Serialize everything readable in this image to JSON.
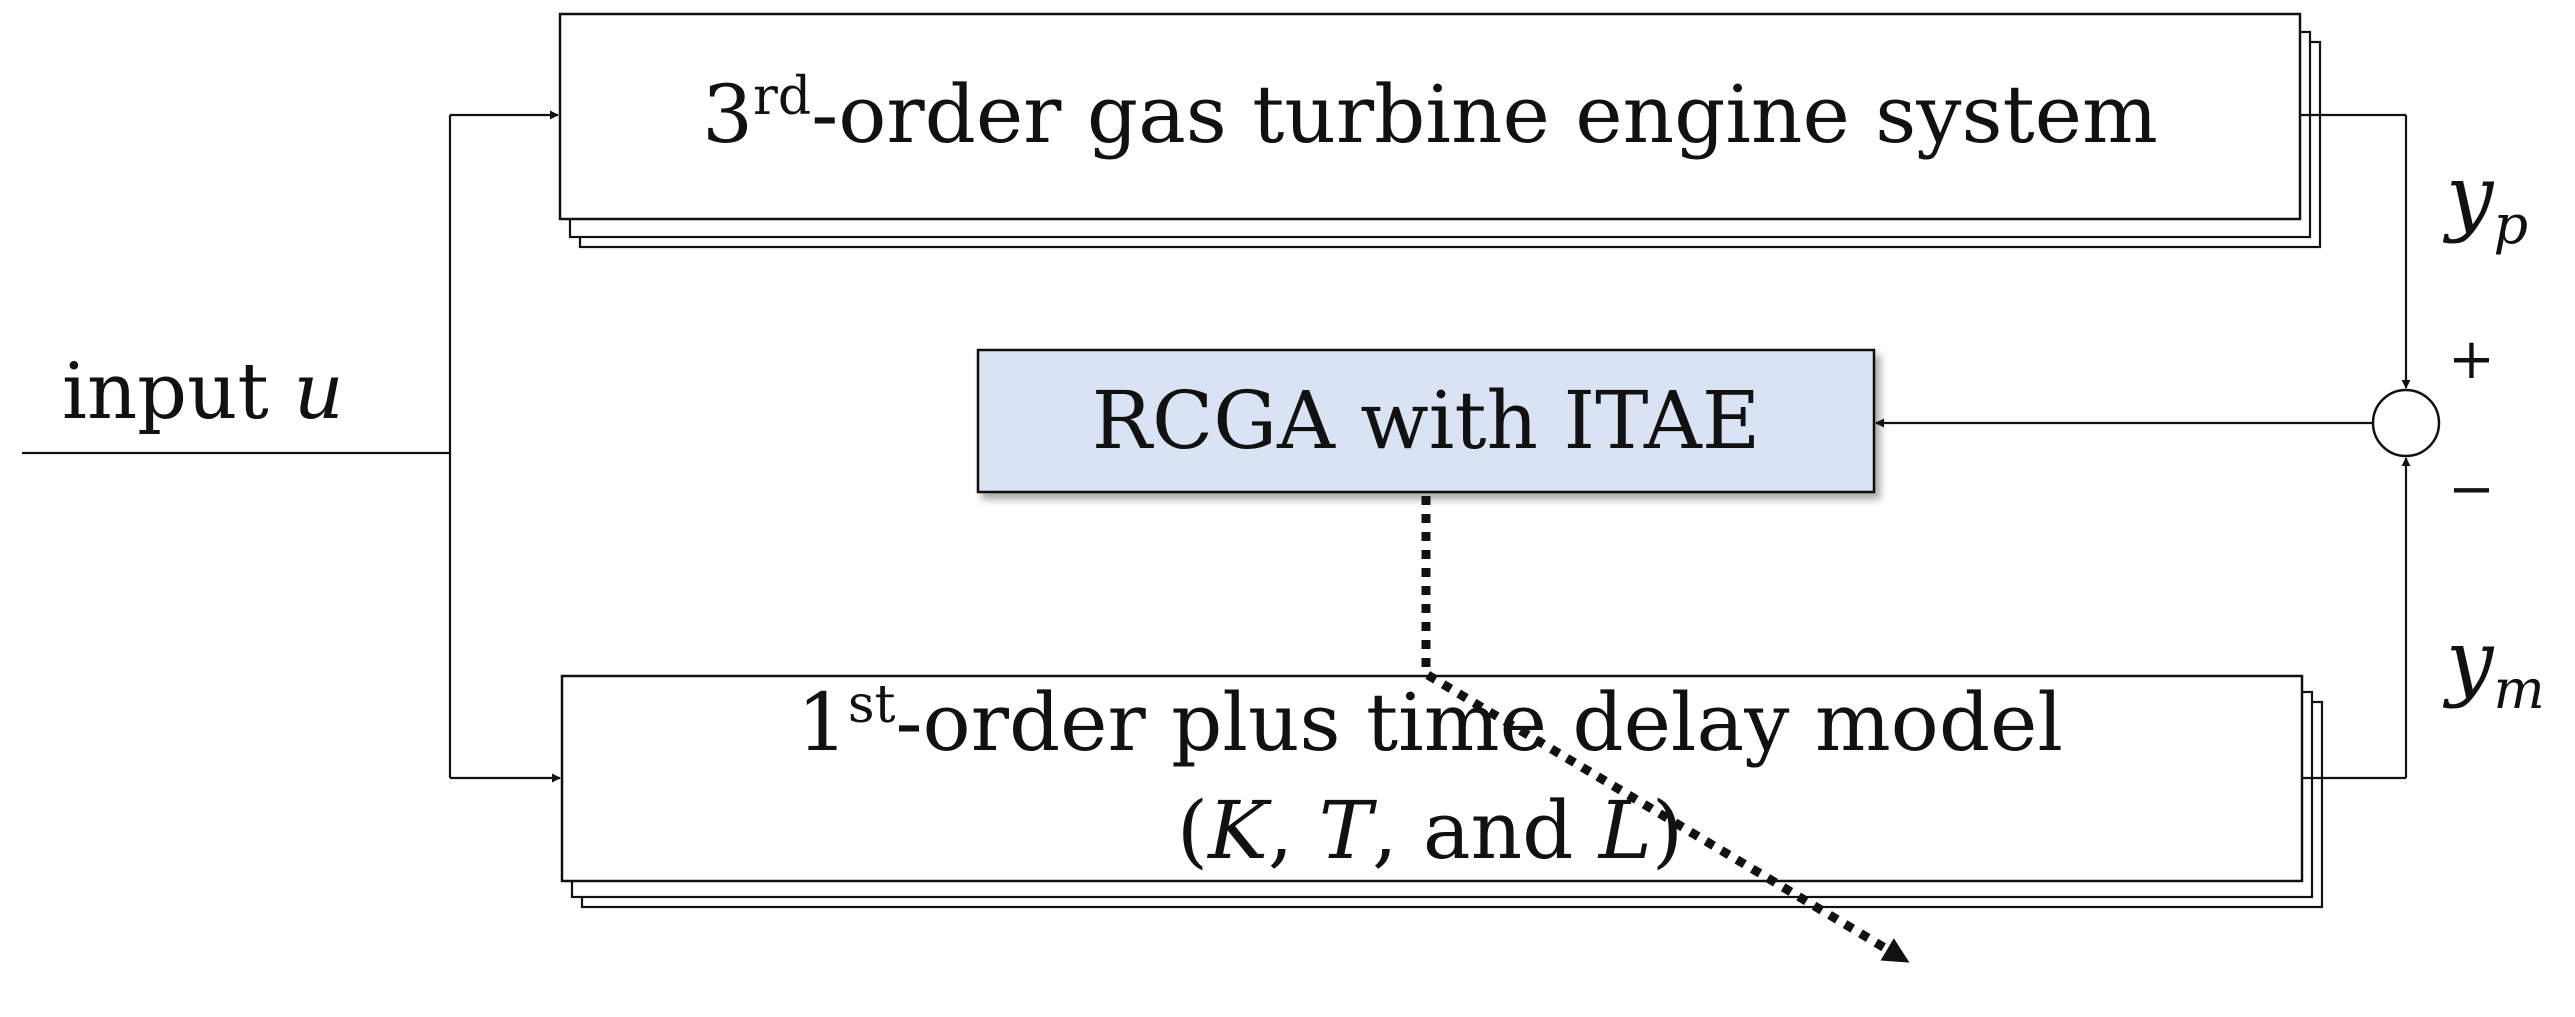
{
  "diagram": {
    "input_label": "input ",
    "input_symbol": "u",
    "turbine_block": {
      "number": "3",
      "superscript": "rd",
      "rest": "-order gas turbine engine system"
    },
    "rcga_block": {
      "label": "RCGA with ITAE",
      "fill_color": "#dae3f3"
    },
    "model_block": {
      "number": "1",
      "superscript": "st",
      "rest": "-order plus time delay model",
      "params_open": "(",
      "param_k": "K",
      "sep1": ", ",
      "param_t": "T",
      "sep2": ", and ",
      "param_l": "L",
      "params_close": ")"
    },
    "output_plant": {
      "base": "y",
      "sub": "p"
    },
    "output_model": {
      "base": "y",
      "sub": "m"
    },
    "sum_signs": {
      "plus": "+",
      "minus": "−"
    }
  }
}
